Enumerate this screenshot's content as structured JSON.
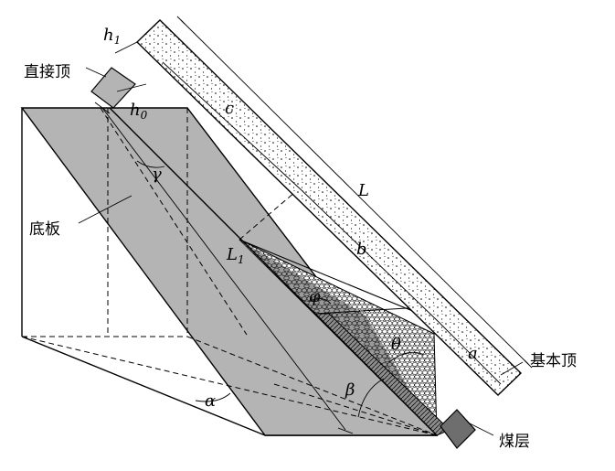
{
  "labels": {
    "immediate_roof": "直接顶",
    "floor": "底板",
    "main_roof": "基本顶",
    "coal_seam": "煤层"
  },
  "symbols": {
    "h1_base": "h",
    "h1_sub": "1",
    "h0_base": "h",
    "h0_sub": "0",
    "c": "c",
    "L": "L",
    "b": "b",
    "L1_base": "L",
    "L1_sub": "1",
    "a": "a",
    "gamma": "γ",
    "phi": "φ",
    "theta": "θ",
    "alpha": "α",
    "beta": "β"
  },
  "colors": {
    "stroke": "#000000",
    "block_fill": "#b4b4b4",
    "seam_fill": "#6e6e6e",
    "roof_fill": "#ffffff",
    "gob_fill": "#ffffff"
  }
}
